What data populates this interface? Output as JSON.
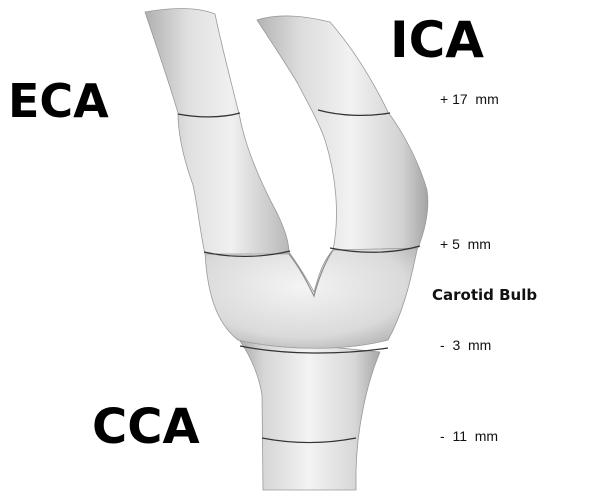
{
  "labels": {
    "eca": "ECA",
    "ica": "ICA",
    "cca": "CCA",
    "carotid_bulb": "Carotid Bulb"
  },
  "levels": {
    "plus17": "+ 17  mm",
    "plus5": "+ 5  mm",
    "minus3": "-  3  mm",
    "minus11": "-  11  mm"
  },
  "colors": {
    "background": "#ffffff",
    "vessel_light": "#f2f2f2",
    "vessel_mid": "#d9d9d9",
    "vessel_dark": "#a8a8a8",
    "section_line": "#333333",
    "text": "#000000"
  }
}
